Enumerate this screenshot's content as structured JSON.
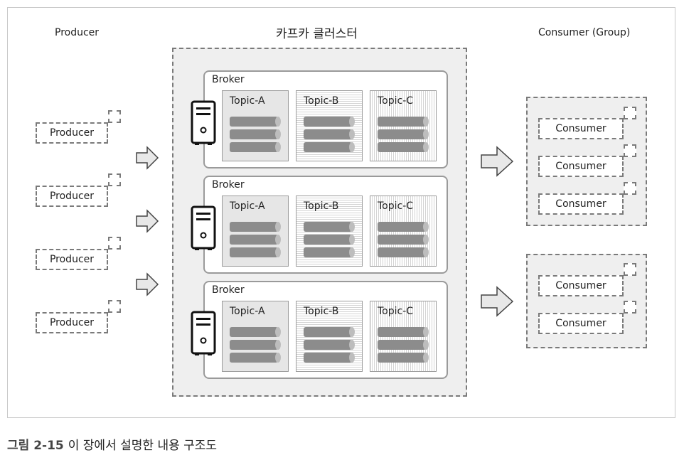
{
  "titles": {
    "producer": "Producer",
    "cluster": "카프카 클러스터",
    "consumer_group": "Consumer (Group)"
  },
  "brokers": [
    {
      "label": "Broker",
      "topics": [
        "Topic-A",
        "Topic-B",
        "Topic-C"
      ]
    },
    {
      "label": "Broker",
      "topics": [
        "Topic-A",
        "Topic-B",
        "Topic-C"
      ]
    },
    {
      "label": "Broker",
      "topics": [
        "Topic-A",
        "Topic-B",
        "Topic-C"
      ]
    }
  ],
  "producers": [
    "Producer",
    "Producer",
    "Producer",
    "Producer"
  ],
  "consumer_groups": [
    {
      "consumers": [
        "Consumer",
        "Consumer",
        "Consumer"
      ]
    },
    {
      "consumers": [
        "Consumer",
        "Consumer"
      ]
    }
  ],
  "caption": {
    "figure": "그림 2-15",
    "text": "이 장에서 설명한 내용 구조도"
  },
  "colors": {
    "dashed_border": "#7a7a7a",
    "cluster_fill": "#efefef",
    "cylinder": "#8c8c8c"
  }
}
